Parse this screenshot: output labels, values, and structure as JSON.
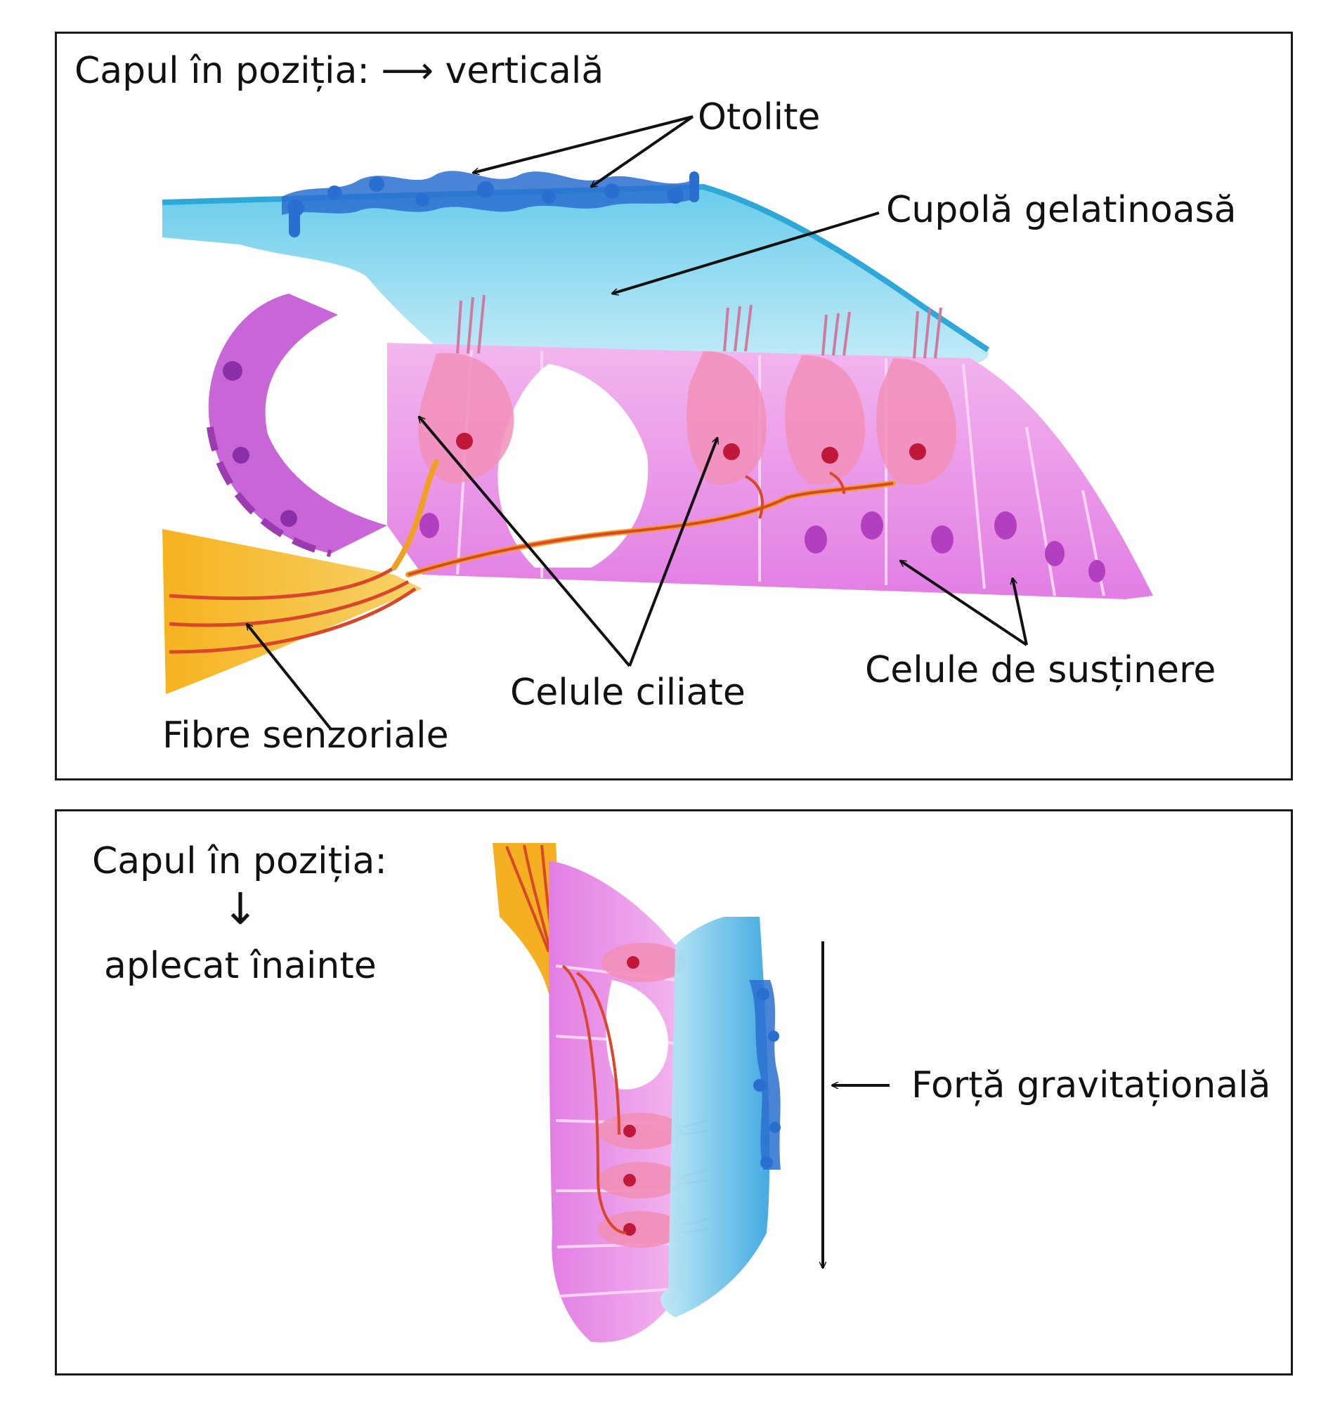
{
  "top_panel": {
    "heading": "Capul în poziția:",
    "heading_arrow": "⟶",
    "orientation": "verticală",
    "labels": {
      "otolite": "Otolite",
      "cupola": "Cupolă gelatinoasă",
      "celule_ciliate": "Celule ciliate",
      "celule_sustinere": "Celule de susținere",
      "fibre_senzoriale": "Fibre senzoriale"
    }
  },
  "bottom_panel": {
    "heading": "Capul în poziția:",
    "heading_arrow": "↓",
    "orientation": "aplecat înainte",
    "labels": {
      "forta_gravitationala": "Forță gravitațională"
    }
  },
  "colors": {
    "cupula": "#7fd3ea",
    "otolith": "#2a6fd0",
    "supporting_cell": "#e48fe6",
    "hair_cell": "#f2a7c4",
    "nerve": "#f0a020",
    "nerve_core": "#d9472a"
  }
}
